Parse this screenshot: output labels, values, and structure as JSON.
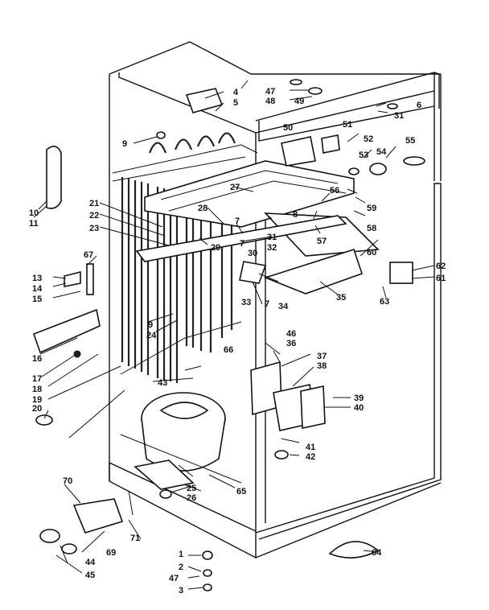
{
  "diagram": {
    "labels": [
      "1",
      "2",
      "3",
      "4",
      "5",
      "6",
      "7",
      "7",
      "7",
      "8",
      "9",
      "9",
      "10",
      "11",
      "13",
      "14",
      "15",
      "16",
      "17",
      "18",
      "19",
      "20",
      "21",
      "22",
      "23",
      "24",
      "25",
      "26",
      "27",
      "28",
      "29",
      "30",
      "31",
      "31",
      "32",
      "33",
      "34",
      "35",
      "36",
      "37",
      "38",
      "39",
      "40",
      "41",
      "42",
      "43",
      "44",
      "45",
      "46",
      "47",
      "47",
      "48",
      "49",
      "50",
      "51",
      "52",
      "53",
      "54",
      "55",
      "56",
      "57",
      "58",
      "59",
      "60",
      "61",
      "62",
      "63",
      "64",
      "65",
      "66",
      "67",
      "69",
      "70",
      "71"
    ]
  }
}
